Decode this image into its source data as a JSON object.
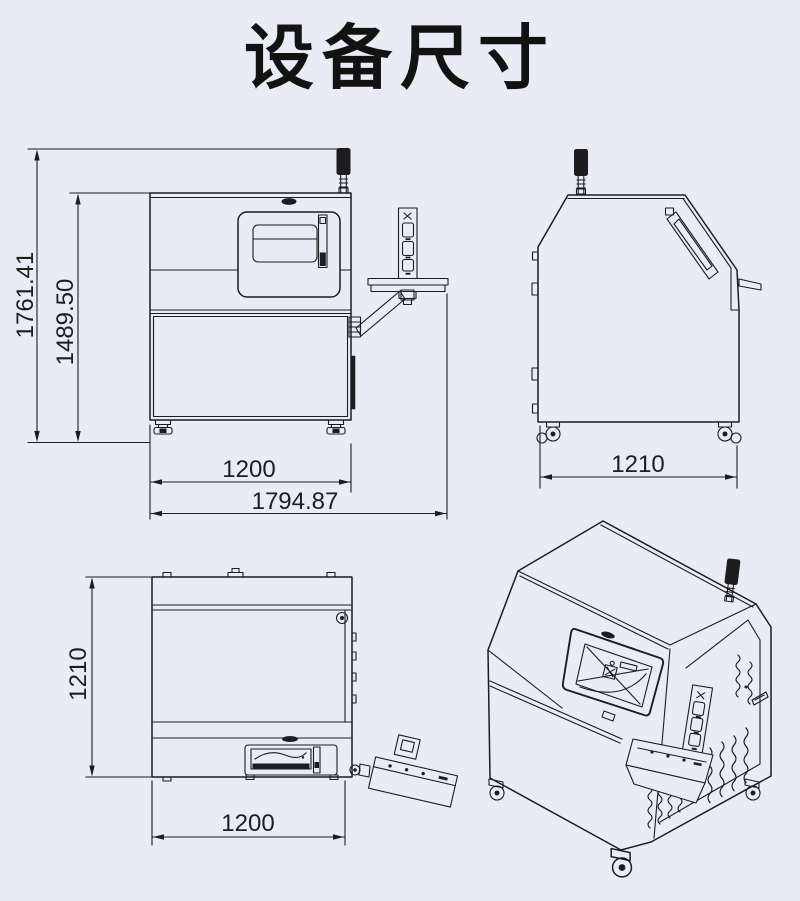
{
  "title": "设备尺寸",
  "colors": {
    "background": "#e9ecf5",
    "line": "#1d1d1f",
    "text": "#1e1e1e"
  },
  "views": {
    "front": {
      "dim_total_height": "1761.41",
      "dim_body_height": "1489.50",
      "dim_body_width": "1200",
      "dim_total_width": "1794.87"
    },
    "side": {
      "dim_depth": "1210"
    },
    "top": {
      "dim_depth": "1210",
      "dim_width": "1200"
    }
  }
}
